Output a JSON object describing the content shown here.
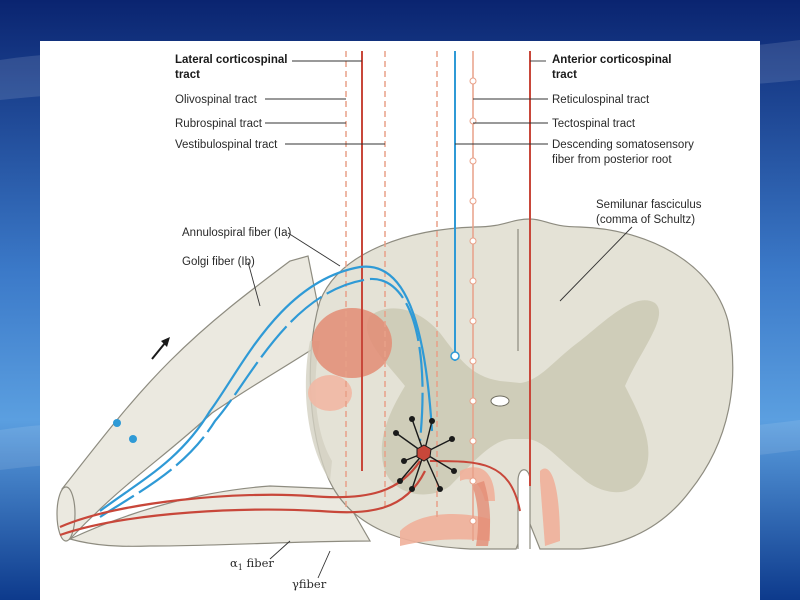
{
  "colors": {
    "background_top": "#0a2470",
    "background_mid": "#3b79c8",
    "background_bottom": "#0d3a8c",
    "panel": "#ffffff",
    "cord": "#ebe9e0",
    "gray_matter": "#cfcdb9",
    "motor_red": "#c8473a",
    "sensory_blue": "#2f9ad6",
    "tract_salmon": "#e8a088",
    "tract_dark_salmon": "#e38c74"
  },
  "labels": {
    "lateral_corticospinal": [
      "Lateral corticospinal",
      "tract"
    ],
    "olivospinal": "Olivospinal tract",
    "rubrospinal": "Rubrospinal tract",
    "vestibulospinal": "Vestibulospinal tract",
    "anterior_corticospinal": [
      "Anterior corticospinal",
      "tract"
    ],
    "reticulospinal": "Reticulospinal tract",
    "tectospinal": "Tectospinal tract",
    "descending_somatosensory": [
      "Descending somatosensory",
      "fiber from posterior root"
    ],
    "semilunar": [
      "Semilunar fasciculus",
      "(comma of Schultz)"
    ],
    "annulospiral": "Annulospiral fiber (Ia)",
    "golgi": "Golgi fiber (Ib)",
    "alpha_prefix": "α",
    "alpha_sub": "1",
    "alpha_suffix": " fiber",
    "gamma": "γfiber"
  },
  "icons": [
    "direction-arrow-icon",
    "motor-neuron-icon"
  ]
}
